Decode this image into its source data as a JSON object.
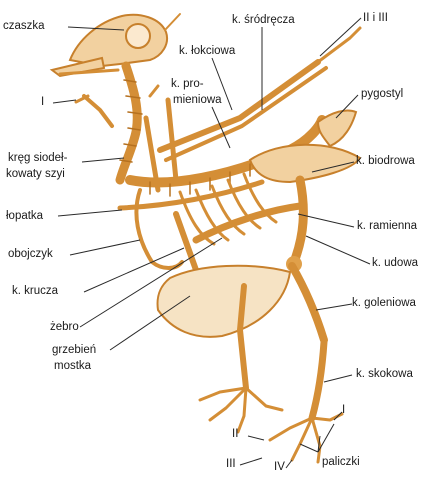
{
  "labels": {
    "czaszka": "czaszka",
    "k_srodrecza": "k. śródręcza",
    "ii_i_iii": "II i III",
    "k_lokciowa": "k. łokciowa",
    "i_wing": "I",
    "k_promieniowa_1": "k. pro-",
    "k_promieniowa_2": "mieniowa",
    "pygostyl": "pygostyl",
    "kreg_1": "kręg siodeł-",
    "kreg_2": "kowaty szyi",
    "k_biodrowa": "k. biodrowa",
    "lopatka": "łopatka",
    "k_ramienna": "k. ramienna",
    "obojczyk": "obojczyk",
    "k_udowa": "k. udowa",
    "k_krucza": "k. krucza",
    "k_goleniowa": "k. goleniowa",
    "zebro": "żebro",
    "grzebien_1": "grzebień",
    "grzebien_2": "mostka",
    "k_skokowa": "k. skokowa",
    "toe_i": "I",
    "toe_ii": "II",
    "toe_iii": "III",
    "toe_iv": "IV",
    "paliczki": "paliczki"
  },
  "colors": {
    "bone": "#e0a04a",
    "bone_light": "#f2d1a0",
    "bone_dark": "#b5701f",
    "sternum": "#f6e3c4",
    "line": "#2a2a2a"
  }
}
